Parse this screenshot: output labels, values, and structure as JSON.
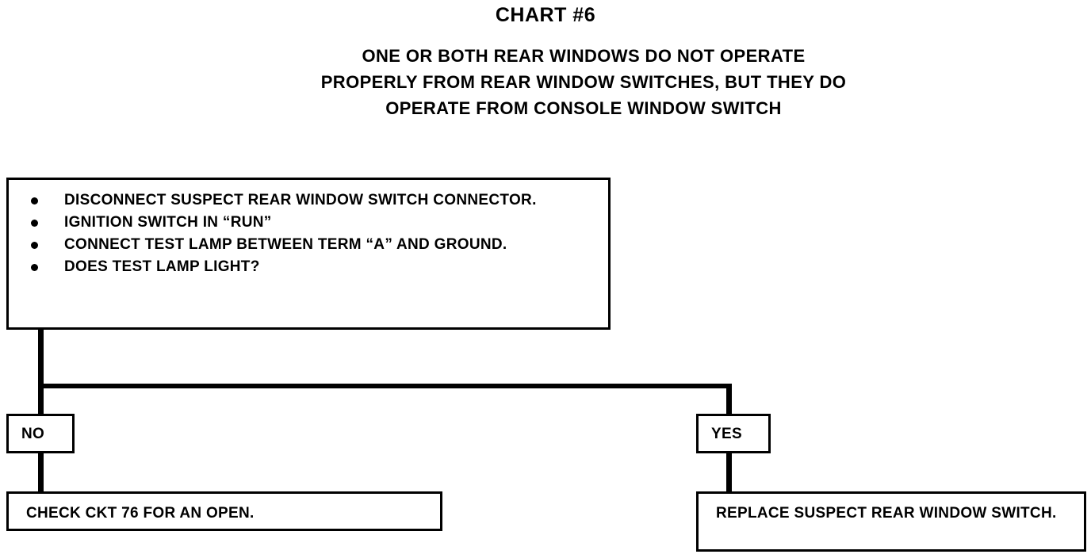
{
  "chart": {
    "title": "CHART #6",
    "subtitle_lines": [
      "ONE OR BOTH REAR WINDOWS DO NOT OPERATE",
      "PROPERLY FROM REAR WINDOW SWITCHES, BUT THEY DO",
      "OPERATE FROM CONSOLE WINDOW SWITCH"
    ]
  },
  "test_box": {
    "bullets": [
      "DISCONNECT SUSPECT REAR WINDOW SWITCH CONNECTOR.",
      "IGNITION SWITCH IN “RUN”",
      "CONNECT TEST LAMP BETWEEN TERM “A” AND GROUND.",
      "DOES TEST LAMP LIGHT?"
    ]
  },
  "branches": {
    "no": {
      "chip_label": "NO",
      "outcome": "CHECK CKT 76 FOR AN OPEN."
    },
    "yes": {
      "chip_label": "YES",
      "outcome": "REPLACE SUSPECT REAR WINDOW SWITCH."
    }
  },
  "colors": {
    "ink": "#000000",
    "paper": "#ffffff"
  }
}
